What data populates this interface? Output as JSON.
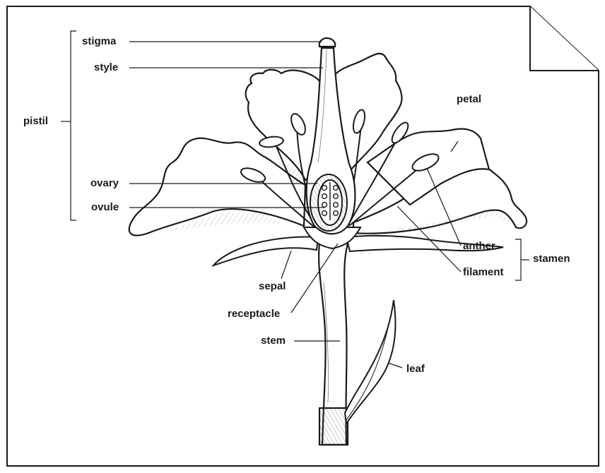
{
  "labels": {
    "stigma": "stigma",
    "style": "style",
    "pistil": "pistil",
    "ovary": "ovary",
    "ovule": "ovule",
    "petal": "petal",
    "anther": "anther",
    "stamen": "stamen",
    "filament": "filament",
    "sepal": "sepal",
    "receptacle": "receptacle",
    "stem": "stem",
    "leaf": "leaf"
  },
  "colors": {
    "ink": "#1a1a1a",
    "paper": "#ffffff",
    "shade": "#e6e6e6"
  }
}
